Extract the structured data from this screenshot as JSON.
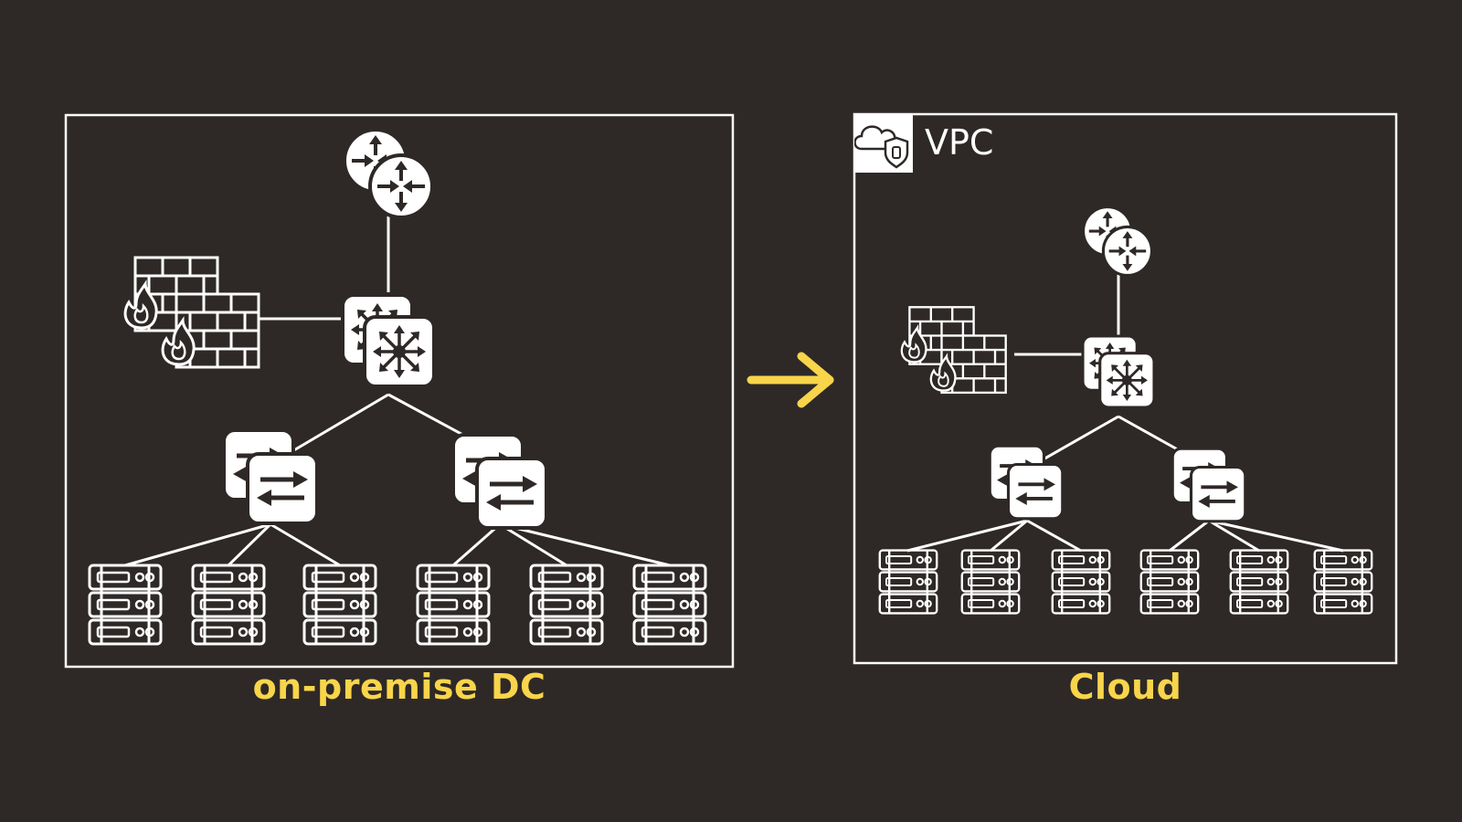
{
  "colors": {
    "background": "#2e2927",
    "line": "#ffffff",
    "accent": "#f8d54a"
  },
  "on_premise": {
    "caption": "on-premise DC",
    "icons": [
      "router-icon",
      "firewall-icon",
      "core-switch-icon",
      "switch-icon",
      "switch-icon",
      "server-rack-icon"
    ]
  },
  "cloud": {
    "caption": "Cloud",
    "vpc_label": "VPC",
    "badge_icon": "cloud-shield-icon",
    "icons": [
      "router-icon",
      "firewall-icon",
      "core-switch-icon",
      "switch-icon",
      "switch-icon",
      "server-rack-icon"
    ]
  },
  "transition_arrow_icon": "arrow-right-icon"
}
